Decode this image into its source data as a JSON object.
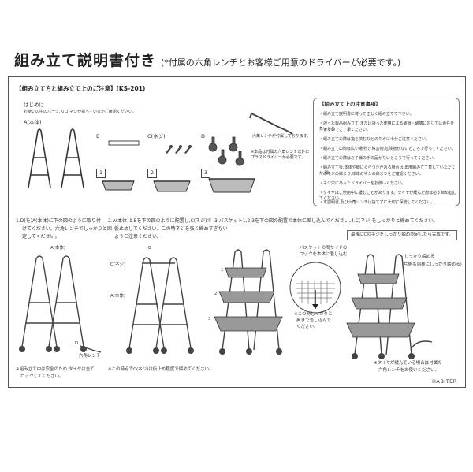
{
  "header": {
    "title": "組み立て説明書付き",
    "note": "(*付属の六角レンチとお客様ご用意のドライバーが必要です。)"
  },
  "section": {
    "title": "【組み立て方と組み立て上のご注意】(KS-201)",
    "intro_title": "はじめに",
    "intro_text": "お使いの中のパーツ,カゴ,ネジが揃っているかご確認ください。"
  },
  "parts": {
    "a_label": "A(本体)",
    "b_label": "B",
    "c_label": "C(ネジ)",
    "d_label": "D",
    "wrench_note": "六角レンチが付属しております。",
    "driver_note1": "※本品は付属の六角レンチ以外に",
    "driver_note2": "プラスドライバーが必要です。",
    "basket1": "1",
    "basket2": "2",
    "basket3": "3"
  },
  "notes": {
    "title": "《組み立て上の注意事項》",
    "items": [
      "・組み立て説明書に従って正しく組み立てて下さい。",
      "・誤った製品組み立て,または誤った使用による破損・破壊に対しては責任を負いかね",
      "　ますのでご了承ください。",
      "・組み立ての際は指を挟むなどのケガに十分ご注意ください。",
      "・組み立ての際は広い場所で,障害物,危険物がないところで行ってください。",
      "・組み立ての際はお子様の手の届かないところで行ってください。",
      "・組み立て後,本体や脚にぐらつきがある場合は,再度組み立て直していただくか,脚",
      "　のネジの締まり,本体のネジの締まりをご確認ください。",
      "・ネジ穴にあったドライバーをお使いください。",
      "・タイヤはご使用中に緩むことがあります。タイヤが緩んだ際は必ず締め直してください。",
      "・本説明書,及び六角レンチは捨てずに大切に保管してください。"
    ]
  },
  "steps": [
    {
      "num": "1.",
      "text1": "D(を)A(本体)に下の図のように取り付",
      "text2": "けてください。六角レンチでしっかりと固",
      "text3": "定してください。",
      "label_a": "A(本体)",
      "label_d": "D",
      "label_wrench": "六角レンチ",
      "footnote1": "※組み立て中は安全のため,タイヤは全て",
      "footnote2": "ロックしてください。"
    },
    {
      "num": "2.",
      "text1": "A(本体)とBを下の図のように配置し,C(ネジ)で",
      "text2": "仮止めしてください。この時ネジを強く締めすぎない",
      "text3": "ようご注意ください。",
      "label_b": "B",
      "label_c": "C(ネジ)",
      "label_a": "A(本体)",
      "footnote1": "※この時点でC(ネジ)は仮止め程度で締めてください。"
    },
    {
      "num": "3.",
      "text1": "バスケット1,2,3を下の図の配置で本体に差し込んでください。",
      "callout1": "バスケットの両サイドの",
      "callout2": "フックを本体に差し込む",
      "label1": "1",
      "label2": "2",
      "label3": "3",
      "footnote1": "※この時しっかりと",
      "footnote2": "奥まで差し込んで",
      "footnote3": "ください。"
    },
    {
      "num": "4.",
      "text1": "C(ネジ)をしっかりと締めてください。",
      "box_text": "最後にCのネジをしっかり締め固定したら完成です。",
      "label_tight": "しっかり締める",
      "label_other": "(片側も同様にしっかり締める)",
      "footnote1": "※タイヤが緩んでいる場合は付属の",
      "footnote2": "六角レンチをお使いください。"
    }
  ],
  "brand": "HABITER"
}
